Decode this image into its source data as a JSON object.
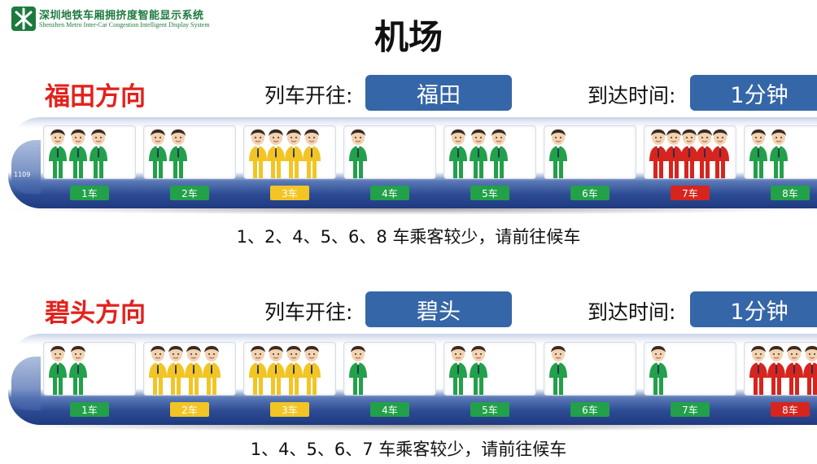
{
  "header": {
    "system_title": "深圳地铁车厢拥挤度智能显示系统",
    "system_subtitle": "Shenzhen Metro Inter-Car Congestion Intelligent Display System",
    "station": "机场"
  },
  "colors": {
    "low": "#22a04a",
    "medium": "#f2c524",
    "high": "#d6251e",
    "box": "#3566a8",
    "direction": "#e2211c"
  },
  "icons": {
    "logo": "shenzhen-metro-logo-icon",
    "passenger": "passenger-icon"
  },
  "sections": [
    {
      "direction": "福田方向",
      "train_to_label": "列车开往:",
      "train_to": "福田",
      "arrival_label": "到达时间:",
      "arrival": "1分钟",
      "train_number": "1109",
      "cars": [
        {
          "label": "1车",
          "level": "low",
          "passengers": 3
        },
        {
          "label": "2车",
          "level": "low",
          "passengers": 2
        },
        {
          "label": "3车",
          "level": "medium",
          "passengers": 4
        },
        {
          "label": "4车",
          "level": "low",
          "passengers": 1
        },
        {
          "label": "5车",
          "level": "low",
          "passengers": 3
        },
        {
          "label": "6车",
          "level": "low",
          "passengers": 1
        },
        {
          "label": "7车",
          "level": "high",
          "passengers": 5
        },
        {
          "label": "8车",
          "level": "low",
          "passengers": 2
        }
      ],
      "advice": "1、2、4、5、6、8 车乘客较少，请前往候车"
    },
    {
      "direction": "碧头方向",
      "train_to_label": "列车开往:",
      "train_to": "碧头",
      "arrival_label": "到达时间:",
      "arrival": "1分钟",
      "train_number": "",
      "cars": [
        {
          "label": "1车",
          "level": "low",
          "passengers": 2
        },
        {
          "label": "2车",
          "level": "medium",
          "passengers": 4
        },
        {
          "label": "3车",
          "level": "medium",
          "passengers": 4
        },
        {
          "label": "4车",
          "level": "low",
          "passengers": 1
        },
        {
          "label": "5车",
          "level": "low",
          "passengers": 2
        },
        {
          "label": "6车",
          "level": "low",
          "passengers": 1
        },
        {
          "label": "7车",
          "level": "low",
          "passengers": 1
        },
        {
          "label": "8车",
          "level": "high",
          "passengers": 4
        }
      ],
      "advice": "1、4、5、6、7 车乘客较少，请前往候车"
    }
  ]
}
